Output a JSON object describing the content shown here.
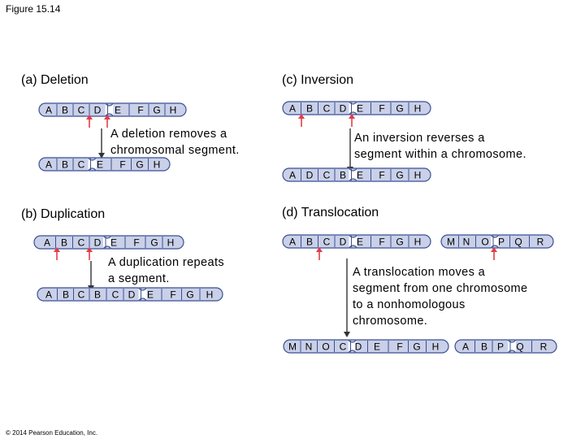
{
  "figure_title": "Figure 15.14",
  "copyright": "© 2014 Pearson Education, Inc.",
  "colors": {
    "chromosome_fill": "#c9d0e8",
    "chromosome_stroke": "#3b4f93",
    "band": "#3b4f93",
    "breakpoint_arrow": "#e23d4a",
    "process_arrow": "#333333"
  },
  "panels": {
    "deletion": {
      "heading": "(a) Deletion",
      "caption": [
        "A deletion removes a",
        "chromosomal segment."
      ],
      "before": [
        "A",
        "B",
        "C",
        "D",
        "E",
        "F",
        "G",
        "H"
      ],
      "after": [
        "A",
        "B",
        "C",
        "E",
        "F",
        "G",
        "H"
      ]
    },
    "duplication": {
      "heading": "(b) Duplication",
      "caption": [
        "A duplication repeats",
        "a segment."
      ],
      "before": [
        "A",
        "B",
        "C",
        "D",
        "E",
        "F",
        "G",
        "H"
      ],
      "after": [
        "A",
        "B",
        "C",
        "B",
        "C",
        "D",
        "E",
        "F",
        "G",
        "H"
      ]
    },
    "inversion": {
      "heading": "(c) Inversion",
      "caption": [
        "An inversion reverses a",
        "segment within a chromosome."
      ],
      "before": [
        "A",
        "B",
        "C",
        "D",
        "E",
        "F",
        "G",
        "H"
      ],
      "after": [
        "A",
        "D",
        "C",
        "B",
        "E",
        "F",
        "G",
        "H"
      ]
    },
    "translocation": {
      "heading": "(d) Translocation",
      "caption": [
        "A translocation moves a",
        "segment from one chromosome",
        "to a nonhomologous",
        "chromosome."
      ],
      "before_1": [
        "A",
        "B",
        "C",
        "D",
        "E",
        "F",
        "G",
        "H"
      ],
      "before_2": [
        "M",
        "N",
        "O",
        "P",
        "Q",
        "R"
      ],
      "after_1": [
        "M",
        "N",
        "O",
        "C",
        "D",
        "E",
        "F",
        "G",
        "H"
      ],
      "after_2": [
        "A",
        "B",
        "P",
        "Q",
        "R"
      ]
    }
  }
}
